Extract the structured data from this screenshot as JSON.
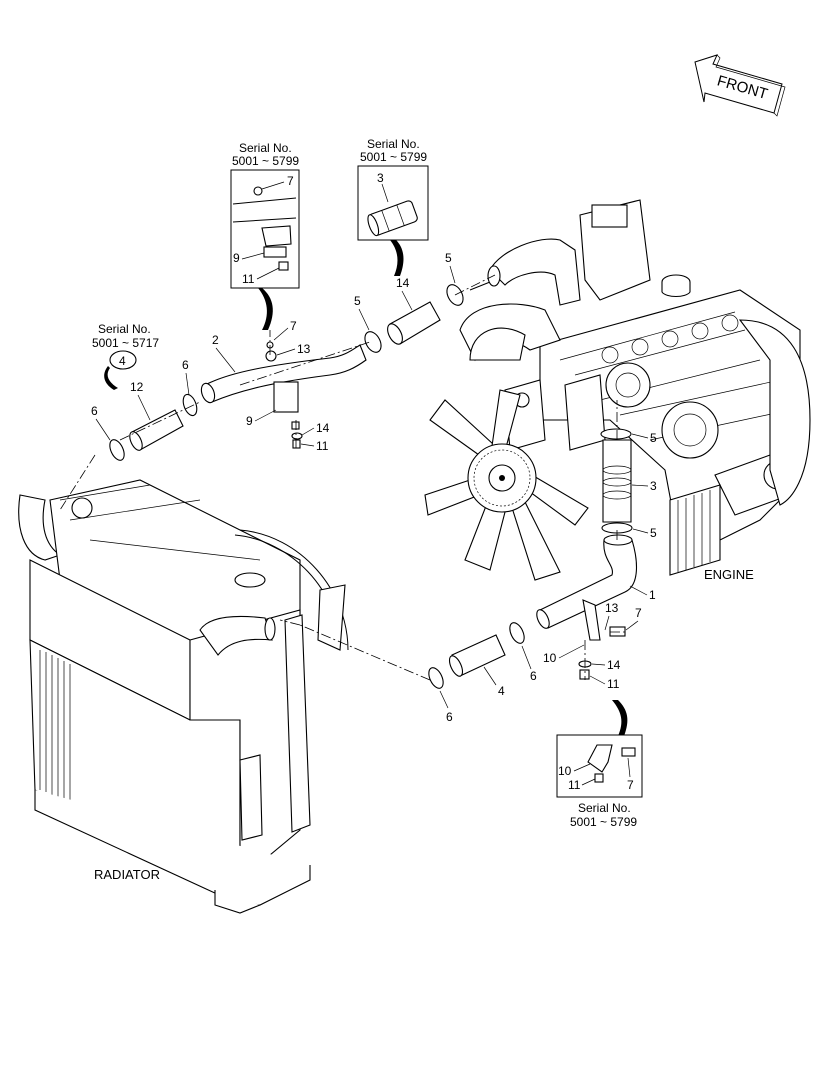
{
  "front_label": "FRONT",
  "engine_label": "ENGINE",
  "radiator_label": "RADIATOR",
  "inset_top_left": {
    "title": "Serial No.",
    "range": "5001 ~ 5799",
    "labels": [
      "7",
      "9",
      "11"
    ]
  },
  "inset_top_center": {
    "title": "Serial No.",
    "range": "5001 ~ 5799",
    "labels": [
      "3",
      "14"
    ]
  },
  "inset_bottom_right": {
    "title": "Serial No.",
    "range": "5001 ~ 5799",
    "labels": [
      "10",
      "11",
      "7"
    ]
  },
  "serial_note_left": {
    "title": "Serial No.",
    "range": "5001 ~ 5717",
    "circled": "4"
  },
  "callouts": {
    "c12": "12",
    "c6a": "6",
    "c6b": "6",
    "c2": "2",
    "c7a": "7",
    "c13a": "13",
    "c9": "9",
    "c14a": "14",
    "c11a": "11",
    "c5a": "5",
    "c5b": "5",
    "c5c": "5",
    "c3": "3",
    "c5d": "5",
    "c1": "1",
    "c13b": "13",
    "c7b": "7",
    "c10": "10",
    "c14b": "14",
    "c11b": "11",
    "c4": "4",
    "c6c": "6",
    "c6d": "6"
  }
}
